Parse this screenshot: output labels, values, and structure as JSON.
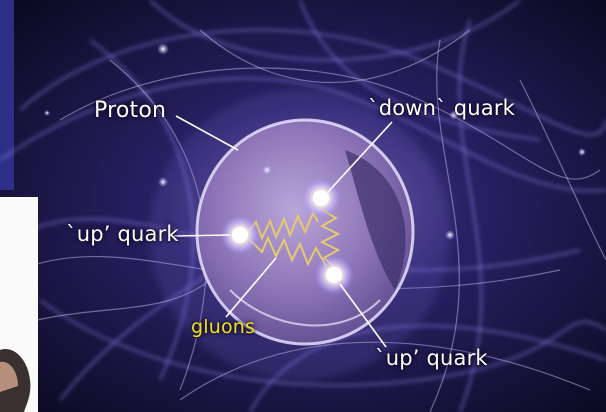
{
  "labels": {
    "proton": "Proton",
    "down_quark": "`down` quark",
    "up_quark_left": "`up’ quark",
    "gluons": "gluons",
    "up_quark_bottom": "`up’ quark"
  },
  "colors": {
    "background": "#0b0a22",
    "slide_blue": "#2d2f86",
    "label_text": "#ffffff",
    "gluon_label": "#f2e21a",
    "gluon_spring": "#e7c970"
  }
}
